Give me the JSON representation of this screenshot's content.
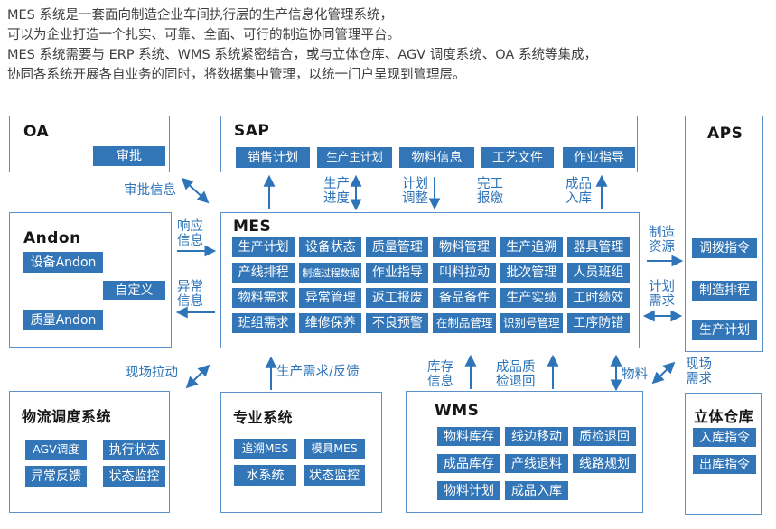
{
  "intro": {
    "lines": [
      "MES 系统是一套面向制造企业车间执行层的生产信息化管理系统，",
      "可以为企业打造一个扎实、可靠、全面、可行的制造协同管理平台。",
      "MES 系统需要与 ERP 系统、WMS 系统紧密结合，或与立体仓库、AGV 调度系统、OA 系统等集成，",
      "协同各系统开展各自业务的同时，将数据集中管理，以统一门户呈现到管理层。"
    ]
  },
  "colors": {
    "chip_bg": "#3376b8",
    "chip_text": "#ffffff",
    "box_border": "#5b92cb",
    "arrow_blue": "#2e74b8",
    "title_text": "#161616",
    "intro_text": "#3f3f3f"
  },
  "boxes": {
    "oa": {
      "title": "OA",
      "items": [
        "审批"
      ]
    },
    "sap": {
      "title": "SAP",
      "items": [
        "销售计划",
        "生产主计划",
        "物料信息",
        "工艺文件",
        "作业指导"
      ]
    },
    "aps": {
      "title": "APS",
      "items": [
        "调拨指令",
        "制造排程",
        "生产计划"
      ]
    },
    "andon": {
      "title": "Andon",
      "items": [
        "设备Andon",
        "自定义",
        "质量Andon"
      ]
    },
    "mes": {
      "title": "MES",
      "items": [
        "生产计划",
        "设备状态",
        "质量管理",
        "物料管理",
        "生产追溯",
        "器具管理",
        "产线排程",
        "制造过程数据",
        "作业指导",
        "叫料拉动",
        "批次管理",
        "人员班组",
        "物料需求",
        "异常管理",
        "返工报废",
        "备品备件",
        "生产实绩",
        "工时绩效",
        "班组需求",
        "维修保养",
        "不良预警",
        "在制品管理",
        "识别号管理",
        "工序防错"
      ]
    },
    "logistics": {
      "title": "物流调度系统",
      "items": [
        "AGV调度",
        "执行状态",
        "异常反馈",
        "状态监控"
      ]
    },
    "specialized": {
      "title": "专业系统",
      "items": [
        "追溯MES",
        "模具MES",
        "水系统",
        "状态监控"
      ]
    },
    "wms": {
      "title": "WMS",
      "items": [
        "物料库存",
        "线边移动",
        "质检退回",
        "成品库存",
        "产线退料",
        "线路规划",
        "物料计划",
        "成品入库"
      ]
    },
    "warehouse": {
      "title": "立体仓库",
      "items": [
        "入库指令",
        "出库指令"
      ]
    }
  },
  "flow_labels": {
    "approval_info": "审批信息",
    "response_info": "响应信息",
    "exception_info": "异常信息",
    "site_pull": "现场拉动",
    "prod_progress": "生产进度",
    "plan_adjust": "计划调整",
    "completion_report": "完工报缴",
    "finished_storage": "成品入库",
    "mfg_resource": "制造资源",
    "plan_demand": "计划需求",
    "prod_demand_feedback": "生产需求/反馈",
    "inventory_info": "库存信息",
    "finished_qc_return": "成品质检退回",
    "material": "物料",
    "site_demand": "现场需求"
  }
}
